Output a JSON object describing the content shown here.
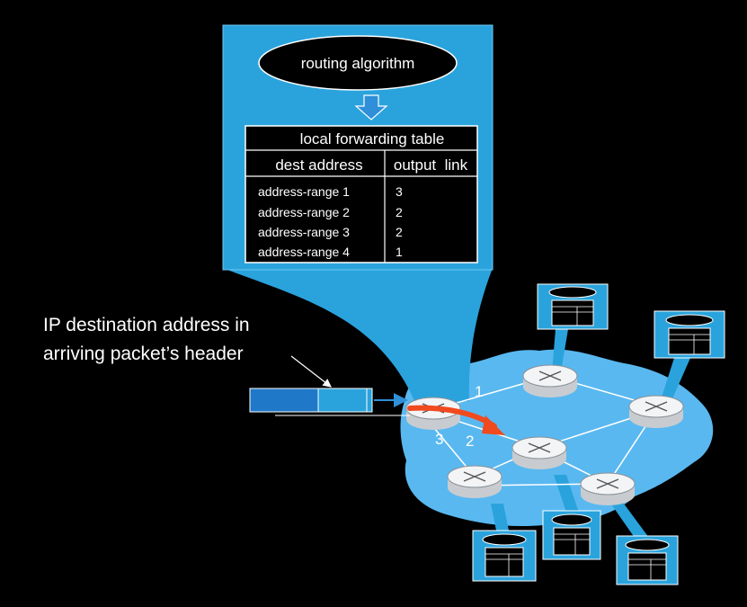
{
  "colors": {
    "background": "#000000",
    "panel_blue": "#2aa3dc",
    "network_cloud": "#5ab8f0",
    "router_body": "#f2f4f6",
    "arrow_orange": "#f04a1e",
    "down_arrow": "#2f8fd8",
    "text_dark": "#000000",
    "text_light": "#ffffff"
  },
  "algorithm": {
    "label": "routing algorithm"
  },
  "table": {
    "title": "local forwarding table",
    "headers": [
      "dest address",
      "output  link"
    ],
    "rows": [
      {
        "dest": "address-range 1",
        "link": "3"
      },
      {
        "dest": "address-range 2",
        "link": "2"
      },
      {
        "dest": "address-range 3",
        "link": "2"
      },
      {
        "dest": "address-range 4",
        "link": "1"
      }
    ]
  },
  "annotation": {
    "line1": "IP destination address in",
    "line2": "arriving packet’s header"
  },
  "router_ports": {
    "port1": "1",
    "port2": "2",
    "port3": "3"
  },
  "icons": {
    "router": "router-icon",
    "mini_table": "mini-forwarding-table-icon",
    "down_arrow": "down-arrow-icon",
    "curved_arrow": "curved-arrow-icon"
  }
}
